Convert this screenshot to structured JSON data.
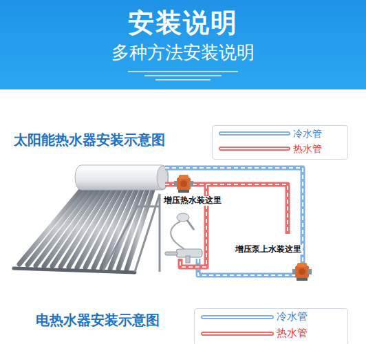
{
  "diagram": {
    "title": "安装说明",
    "labels": [
      "多种方法安装说明",
      "太阳能热水器安装示意图",
      "增压热水装这里",
      "增压泵上水装这里",
      "电热水器安装示意图"
    ],
    "legend": [
      {
        "text": "冷水管"
      },
      {
        "text": "热水管"
      },
      {
        "text": "冷水管"
      },
      {
        "text": "热水管"
      }
    ]
  }
}
